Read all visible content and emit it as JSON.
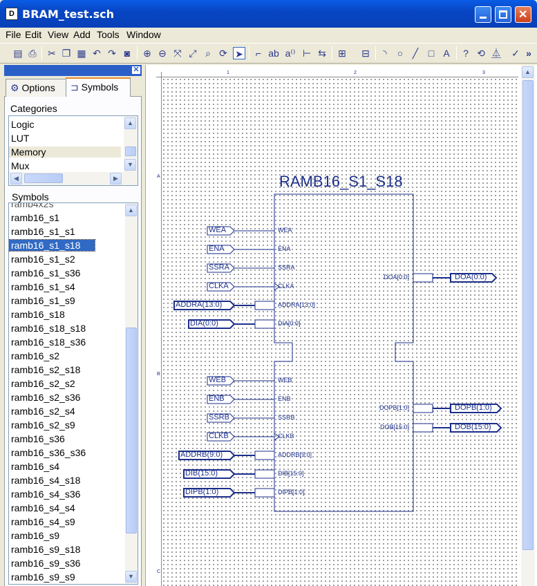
{
  "window": {
    "title": "BRAM_test.sch",
    "app_icon": "D"
  },
  "menu": [
    "File",
    "Edit",
    "View",
    "Add",
    "Tools",
    "Window"
  ],
  "toolbar": {
    "overflow": "»"
  },
  "left_panel": {
    "tabs": [
      {
        "label": "Options",
        "icon": "options-icon"
      },
      {
        "label": "Symbols",
        "icon": "symbols-icon"
      }
    ],
    "categories_label": "Categories",
    "categories": [
      "Logic",
      "LUT",
      "Memory",
      "Mux"
    ],
    "categories_selected": "Memory",
    "symbols_label": "Symbols",
    "symbols_partial_top": "ramb4x2s",
    "symbols": [
      "ramb16_s1",
      "ramb16_s1_s1",
      "ramb16_s1_s18",
      "ramb16_s1_s2",
      "ramb16_s1_s36",
      "ramb16_s1_s4",
      "ramb16_s1_s9",
      "ramb16_s18",
      "ramb16_s18_s18",
      "ramb16_s18_s36",
      "ramb16_s2",
      "ramb16_s2_s18",
      "ramb16_s2_s2",
      "ramb16_s2_s36",
      "ramb16_s2_s4",
      "ramb16_s2_s9",
      "ramb16_s36",
      "ramb16_s36_s36",
      "ramb16_s4",
      "ramb16_s4_s18",
      "ramb16_s4_s36",
      "ramb16_s4_s4",
      "ramb16_s4_s9",
      "ramb16_s9",
      "ramb16_s9_s18",
      "ramb16_s9_s36",
      "ramb16_s9_s9"
    ],
    "symbols_selected": "ramb16_s1_s18"
  },
  "schematic": {
    "symbol_name": "RAMB16_S1_S18",
    "ruler_top": [
      "1",
      "2",
      "3"
    ],
    "ruler_left": [
      "A",
      "B",
      "C"
    ],
    "port_a_inputs": [
      {
        "port": "WEA",
        "pin": "WEA",
        "bus": false
      },
      {
        "port": "ENA",
        "pin": "ENA",
        "bus": false
      },
      {
        "port": "SSRA",
        "pin": "SSRA",
        "bus": false
      },
      {
        "port": "CLKA",
        "pin": "CLKA",
        "bus": false
      },
      {
        "port": "ADDRA(13:0)",
        "pin": "ADDRA[13:0]",
        "bus": true
      },
      {
        "port": "DIA(0:0)",
        "pin": "DIA[0:0]",
        "bus": true
      }
    ],
    "port_a_outputs": [
      {
        "port": "DOA(0:0)",
        "pin": "DOA[0:0]"
      }
    ],
    "port_b_inputs": [
      {
        "port": "WEB",
        "pin": "WEB",
        "bus": false
      },
      {
        "port": "ENB",
        "pin": "ENB",
        "bus": false
      },
      {
        "port": "SSRB",
        "pin": "SSRB",
        "bus": false
      },
      {
        "port": "CLKB",
        "pin": "CLKB",
        "bus": false
      },
      {
        "port": "ADDRB(9:0)",
        "pin": "ADDRB[9:0]",
        "bus": true
      },
      {
        "port": "DIB(15:0)",
        "pin": "DIB[15:0]",
        "bus": true
      },
      {
        "port": "DIPB(1:0)",
        "pin": "DIPB[1:0]",
        "bus": true
      }
    ],
    "port_b_outputs": [
      {
        "port": "DOPB(1:0)",
        "pin": "DOPB[1:0]"
      },
      {
        "port": "DOB(15:0)",
        "pin": "DOB[15:0]"
      }
    ],
    "color": "#1b2e8a"
  }
}
